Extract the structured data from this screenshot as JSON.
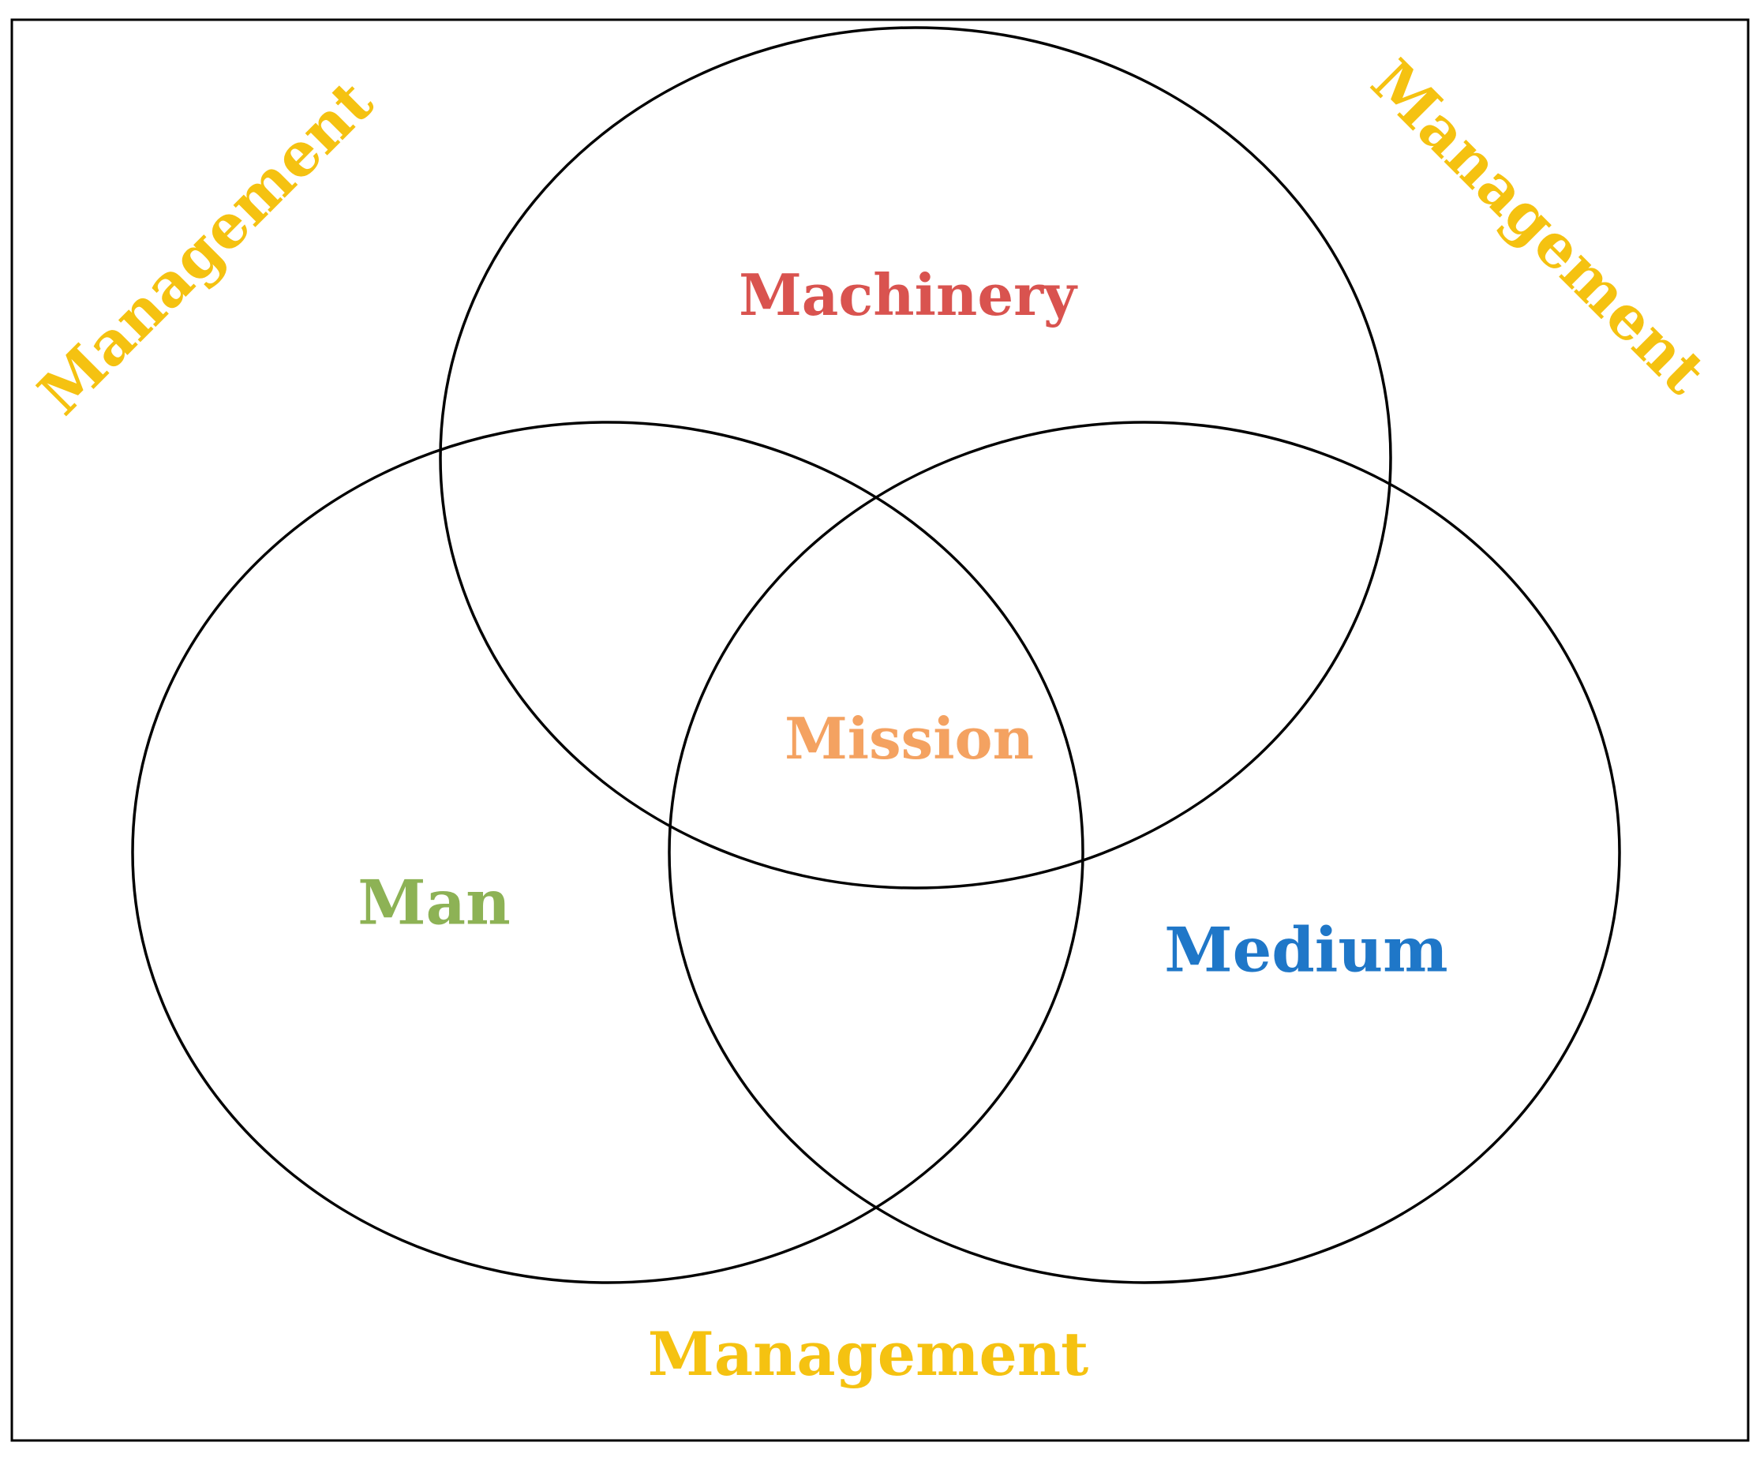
{
  "circles": {
    "machinery": {
      "label": "Machinery",
      "color": "#D9534F"
    },
    "man": {
      "label": "Man",
      "color": "#8DB255"
    },
    "medium": {
      "label": "Medium",
      "color": "#1F77C8"
    }
  },
  "center": {
    "label": "Mission",
    "color": "#F4A261"
  },
  "surround": {
    "label_top_left": "Management",
    "label_top_right": "Management",
    "label_bottom": "Management",
    "color": "#F5C211"
  }
}
